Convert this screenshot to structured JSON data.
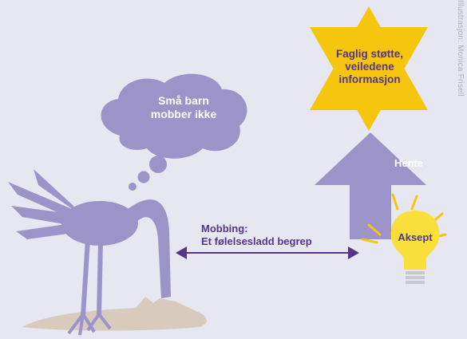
{
  "thought_bubble": {
    "line1": "Små barn",
    "line2": "mobber ikke"
  },
  "star": {
    "line1": "Faglig støtte,",
    "line2": "veiledene",
    "line3": "informasjon"
  },
  "arrow_up": {
    "label": "Hente"
  },
  "bulb": {
    "label": "Aksept"
  },
  "double_arrow": {
    "line1": "Mobbing:",
    "line2": "Et følelsesladd begrep"
  },
  "credit": "Illustrasjon: Monica Frisell",
  "colors": {
    "background": "#e7e7f2",
    "purple": "#9c94c8",
    "dark_purple": "#55358c",
    "star_yellow": "#f6c50e",
    "bulb_yellow": "#f9df3a",
    "sand": "#d8cbbd"
  },
  "icons": [
    "ostrich-icon",
    "thought-bubble-icon",
    "star-icon",
    "up-arrow-icon",
    "lightbulb-icon",
    "double-arrow-icon"
  ]
}
